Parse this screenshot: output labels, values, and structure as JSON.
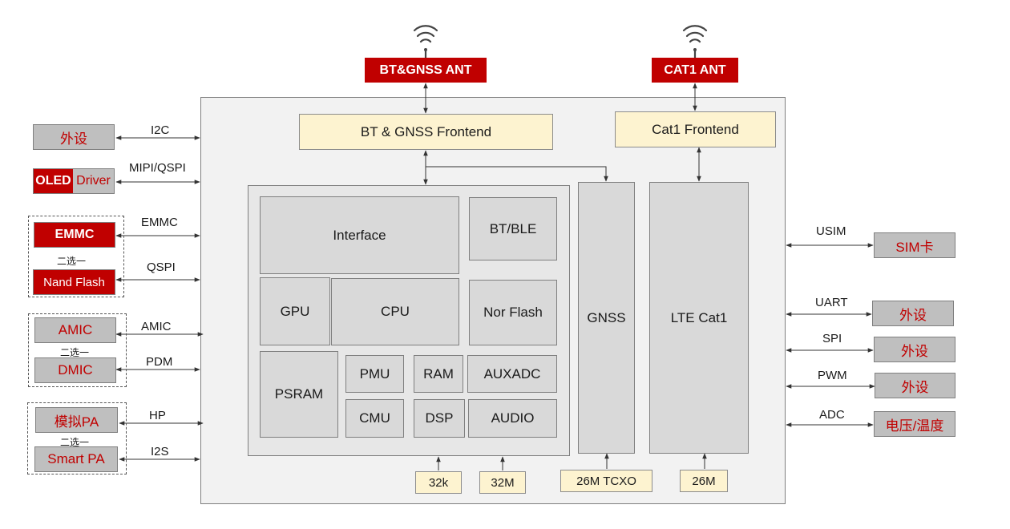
{
  "antennas": {
    "bt_gnss": "BT&GNSS ANT",
    "cat1": "CAT1 ANT"
  },
  "frontends": {
    "bt_gnss": "BT & GNSS Frontend",
    "cat1": "Cat1 Frontend"
  },
  "blocks": {
    "interface": "Interface",
    "bt_ble": "BT/BLE",
    "gpu": "GPU",
    "cpu": "CPU",
    "nor_flash": "Nor Flash",
    "psram": "PSRAM",
    "pmu": "PMU",
    "ram": "RAM",
    "auxadc": "AUXADC",
    "cmu": "CMU",
    "dsp": "DSP",
    "audio": "AUDIO",
    "gnss": "GNSS",
    "lte_cat1": "LTE Cat1"
  },
  "clocks": {
    "c32k": "32k",
    "c32m": "32M",
    "tcxo": "26M TCXO",
    "c26m": "26M"
  },
  "left": {
    "periph1": "外设",
    "i2c": "I2C",
    "oled": "OLED",
    "driver": "Driver",
    "mipi": "MIPI/QSPI",
    "emmc": "EMMC",
    "emmc_label": "EMMC",
    "choose1": "二选一",
    "nand": "Nand Flash",
    "qspi": "QSPI",
    "amic": "AMIC",
    "amic_label": "AMIC",
    "choose2": "二选一",
    "dmic": "DMIC",
    "pdm": "PDM",
    "analog_pa": "模拟PA",
    "hp": "HP",
    "choose3": "二选一",
    "smart_pa": "Smart PA",
    "i2s": "I2S"
  },
  "right": {
    "usim": "USIM",
    "sim": "SIM卡",
    "uart": "UART",
    "periph_uart": "外设",
    "spi": "SPI",
    "periph_spi": "外设",
    "pwm": "PWM",
    "periph_pwm": "外设",
    "adc": "ADC",
    "volt_temp": "电压/温度"
  },
  "colors": {
    "accent_red": "#c00000",
    "frontend_fill": "#fdf3d0",
    "block_fill": "#d9d9d9"
  },
  "icons": [
    "wifi-signal-icon",
    "wifi-signal-icon"
  ]
}
